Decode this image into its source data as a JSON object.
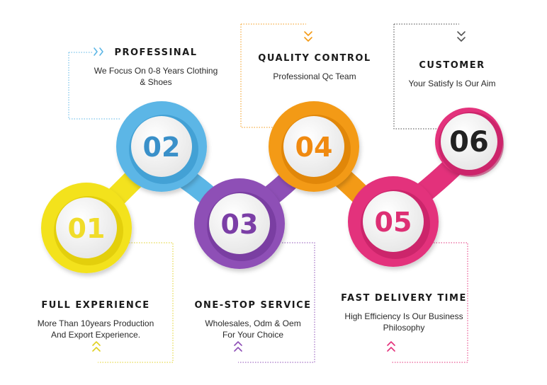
{
  "steps": [
    {
      "number": "01",
      "title": "FULL EXPERIENCE",
      "desc_lines": [
        "More Than 10years Production",
        "And Export Experience."
      ],
      "color": "#f3e21e",
      "dark": "#d6bf00",
      "num_color": "#f0dc2a"
    },
    {
      "number": "02",
      "title": "PROFESSINAL",
      "desc_lines": [
        "We Focus On 0-8 Years Clothing",
        "& Shoes"
      ],
      "color": "#5bb6e6",
      "dark": "#2f8fc6",
      "num_color": "#3a90c9"
    },
    {
      "number": "03",
      "title": "ONE-STOP SERVICE",
      "desc_lines": [
        "Wholesales, Odm & Oem",
        "For Your Choice"
      ],
      "color": "#8e4fb6",
      "dark": "#6a3192",
      "num_color": "#7b3ea6"
    },
    {
      "number": "04",
      "title": "QUALITY CONTROL",
      "desc_lines": [
        "Professional Qc Team"
      ],
      "color": "#f39a16",
      "dark": "#d27800",
      "num_color": "#f08a10"
    },
    {
      "number": "05",
      "title": "FAST DELIVERY TIME",
      "desc_lines": [
        "High Efficiency Is Our Business",
        "Philosophy"
      ],
      "color": "#e3317b",
      "dark": "#b91c5c",
      "num_color": "#dd2f74"
    },
    {
      "number": "06",
      "title": "CUSTOMER",
      "desc_lines": [
        "Your Satisfy Is Our Aim"
      ],
      "color": "#e3317b",
      "dark": "#b91c5c",
      "num_color": "#222222"
    }
  ],
  "icons": {
    "chevron": "double-chevron-icon"
  }
}
